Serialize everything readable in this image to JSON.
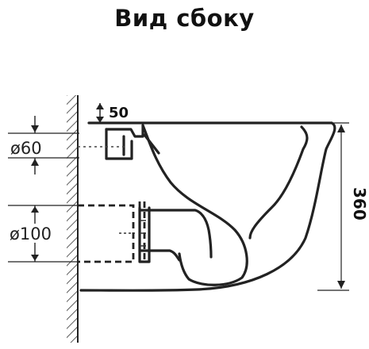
{
  "title": "Вид сбоку",
  "dimensions": {
    "top_gap": "50",
    "upper_pipe": "ø60",
    "lower_pipe": "ø100",
    "height": "360"
  }
}
